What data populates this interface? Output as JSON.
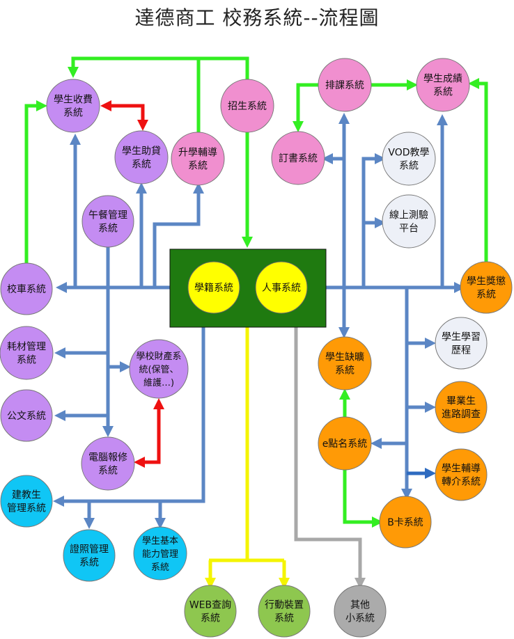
{
  "title": "達德商工 校務系統--流程圖",
  "colors": {
    "purple": "#c48cf2",
    "pink": "#f08fcf",
    "orange": "#ff9a06",
    "light": "#edf0f7",
    "cyan": "#10c6f5",
    "green": "#8ec74f",
    "gray": "#ababab",
    "yellow": "#ffff00",
    "center_bg": "#1f7a10",
    "blue_line": "#5b86c4",
    "green_line": "#33ee22",
    "red_line": "#ee1111",
    "yellow_line": "#f4f400",
    "gray_line": "#a8a8a8"
  },
  "center": {
    "student_status": "學籍系統",
    "personnel": "人事系統"
  },
  "nodes": {
    "fee": {
      "line1": "學生收費",
      "line2": "系統"
    },
    "loan": {
      "line1": "學生助貸",
      "line2": "系統"
    },
    "advance": {
      "line1": "升學輔導",
      "line2": "系統"
    },
    "enroll": {
      "line1": "招生系統",
      "line2": ""
    },
    "lunch": {
      "line1": "午餐管理",
      "line2": "系統"
    },
    "bus": {
      "line1": "校車系統",
      "line2": ""
    },
    "supplies": {
      "line1": "耗材管理",
      "line2": "系統"
    },
    "property": {
      "line1": "學校財產系",
      "line2": "統(保管、",
      "line3": "維護…)"
    },
    "document": {
      "line1": "公文系統",
      "line2": ""
    },
    "repair": {
      "line1": "電腦報修",
      "line2": "系統"
    },
    "schedule": {
      "line1": "排課系統",
      "line2": ""
    },
    "grades": {
      "line1": "學生成績",
      "line2": "系統"
    },
    "books": {
      "line1": "訂書系統",
      "line2": ""
    },
    "vod": {
      "line1": "VOD教學",
      "line2": "系統"
    },
    "online_test": {
      "line1": "線上測驗",
      "line2": "平台"
    },
    "reward": {
      "line1": "學生獎懲",
      "line2": "系統"
    },
    "portfolio": {
      "line1": "學生學習",
      "line2": "歷程"
    },
    "absence": {
      "line1": "學生缺曠",
      "line2": "系統"
    },
    "graduate": {
      "line1": "畢業生",
      "line2": "進路調查"
    },
    "roll_call": {
      "line1": "e點名系統",
      "line2": ""
    },
    "counsel": {
      "line1": "學生輔導",
      "line2": "轉介系統"
    },
    "bcard": {
      "line1": "B卡系統",
      "line2": ""
    },
    "construction": {
      "line1": "建教生",
      "line2": "管理系統"
    },
    "license": {
      "line1": "證照管理",
      "line2": "系統"
    },
    "ability": {
      "line1": "學生基本",
      "line2": "能力管理",
      "line3": "系統"
    },
    "web_query": {
      "line1": "WEB查詢",
      "line2": "系統"
    },
    "mobile": {
      "line1": "行動裝置",
      "line2": "系統"
    },
    "other": {
      "line1": "其他",
      "line2": "小系統"
    }
  }
}
